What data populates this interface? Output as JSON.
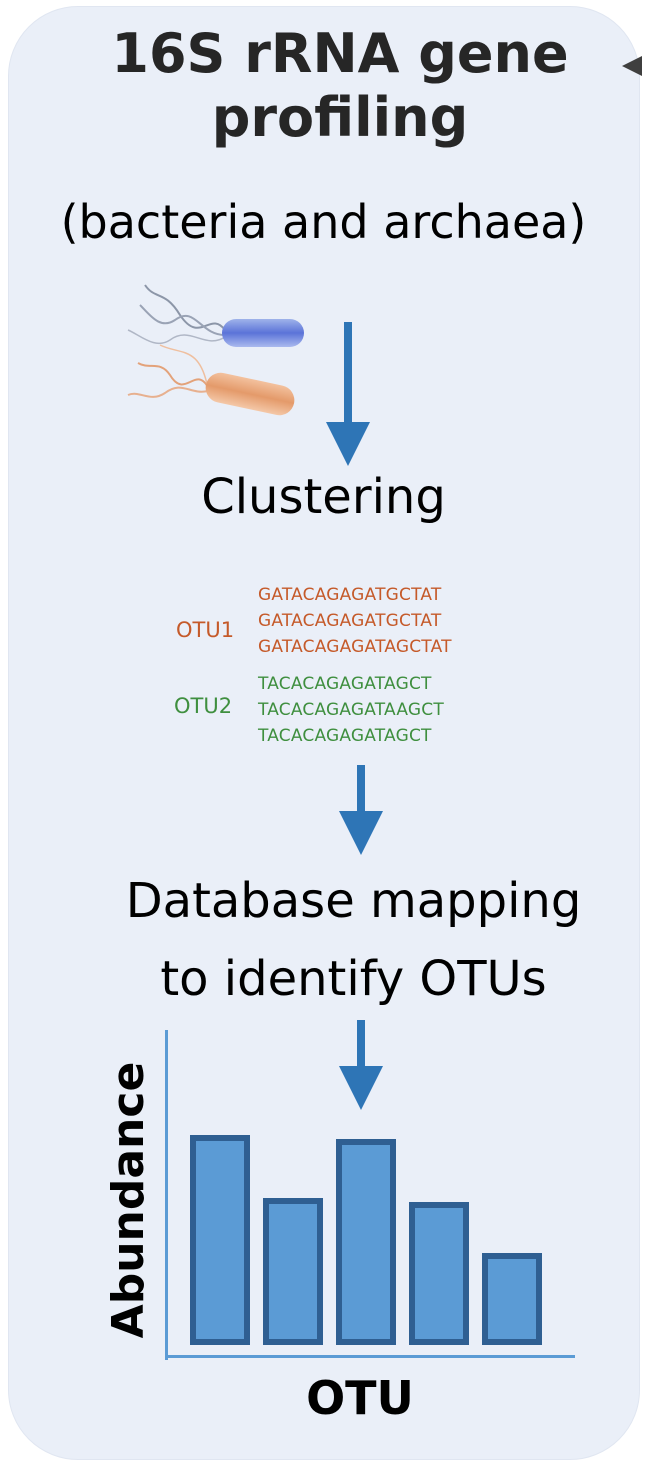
{
  "title_line1": "16S rRNA gene",
  "title_line2": "profiling",
  "subtitle": "(bacteria and archaea)",
  "steps": {
    "clustering": "Clustering",
    "mapping_line1": "Database mapping",
    "mapping_line2": "to identify OTUs"
  },
  "otus": [
    {
      "label": "OTU1",
      "color": "#c55a2a",
      "sequences": [
        "GATACAGAGATGCTAT",
        "GATACAGAGATGCTAT",
        "GATACAGAGATAGCTAT"
      ]
    },
    {
      "label": "OTU2",
      "color": "#3f8f3f",
      "sequences": [
        "TACACAGAGATAGCT",
        "TACACAGAGATAAGCT",
        "TACACAGAGATAGCT"
      ]
    }
  ],
  "icons": [
    "bacteria-icon",
    "down-arrow-icon",
    "left-arrow-icon"
  ],
  "colors": {
    "panel_bg": "#eaeff8",
    "arrow": "#2e75b6",
    "bar_fill": "#5b9bd5",
    "bar_edge": "#2f5f92"
  },
  "chart_data": {
    "type": "bar",
    "xlabel": "OTU",
    "ylabel": "Abundance",
    "categories": [
      "",
      "",
      "",
      "",
      ""
    ],
    "values": [
      5,
      3.5,
      4.9,
      3.4,
      2.2
    ],
    "ylim": [
      0,
      6
    ],
    "grid": false,
    "legend": "none"
  }
}
